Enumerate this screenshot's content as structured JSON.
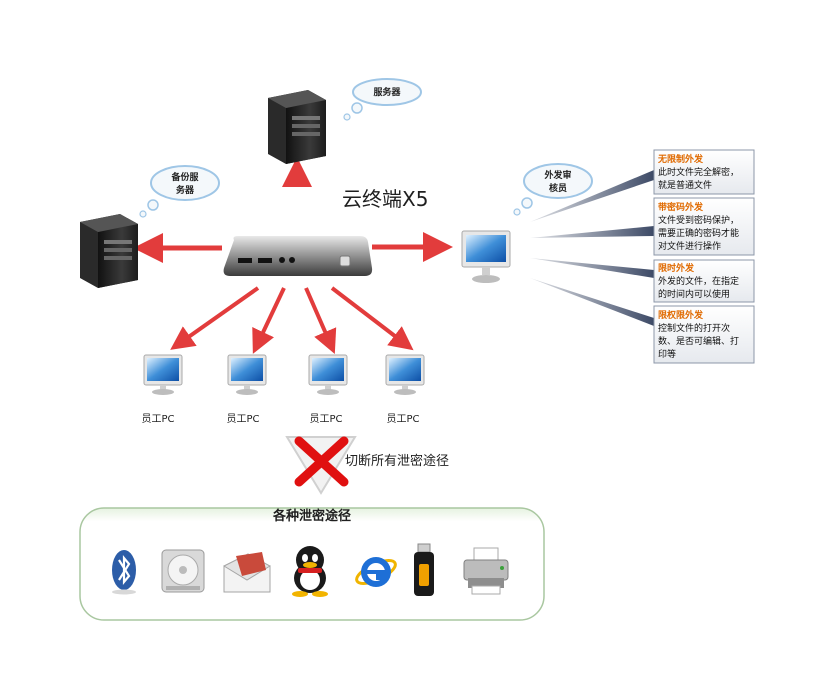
{
  "device": {
    "title": "云终端X5"
  },
  "clouds": {
    "server": "服务器",
    "backup": [
      "备份服",
      "务器"
    ],
    "audit": [
      "外发审",
      "核员"
    ]
  },
  "pcs": [
    "员工PC",
    "员工PC",
    "员工PC",
    "员工PC"
  ],
  "notes": [
    {
      "head": "无限制外发",
      "lines": [
        "此时文件完全解密，",
        "就是普通文件"
      ]
    },
    {
      "head": "带密码外发",
      "lines": [
        "文件受到密码保护，",
        "需要正确的密码才能",
        "对文件进行操作"
      ]
    },
    {
      "head": "限时外发",
      "lines": [
        "外发的文件，在指定",
        "的时间内可以使用"
      ]
    },
    {
      "head": "限权限外发",
      "lines": [
        "控制文件的打开次",
        "数、是否可编辑、打",
        "印等"
      ]
    }
  ],
  "cut_text": "切断所有泄密途径",
  "panel": {
    "title": "各种泄密途径",
    "icons": [
      "bluetooth-icon",
      "disc-drive-icon",
      "email-icon",
      "qq-icon",
      "internet-explorer-icon",
      "usb-drive-icon",
      "printer-icon"
    ]
  },
  "colors": {
    "arrow": "#e84a4a",
    "note_head": "#e06a00",
    "panel_border": "#a9c7a0",
    "cross": "#e01010"
  }
}
